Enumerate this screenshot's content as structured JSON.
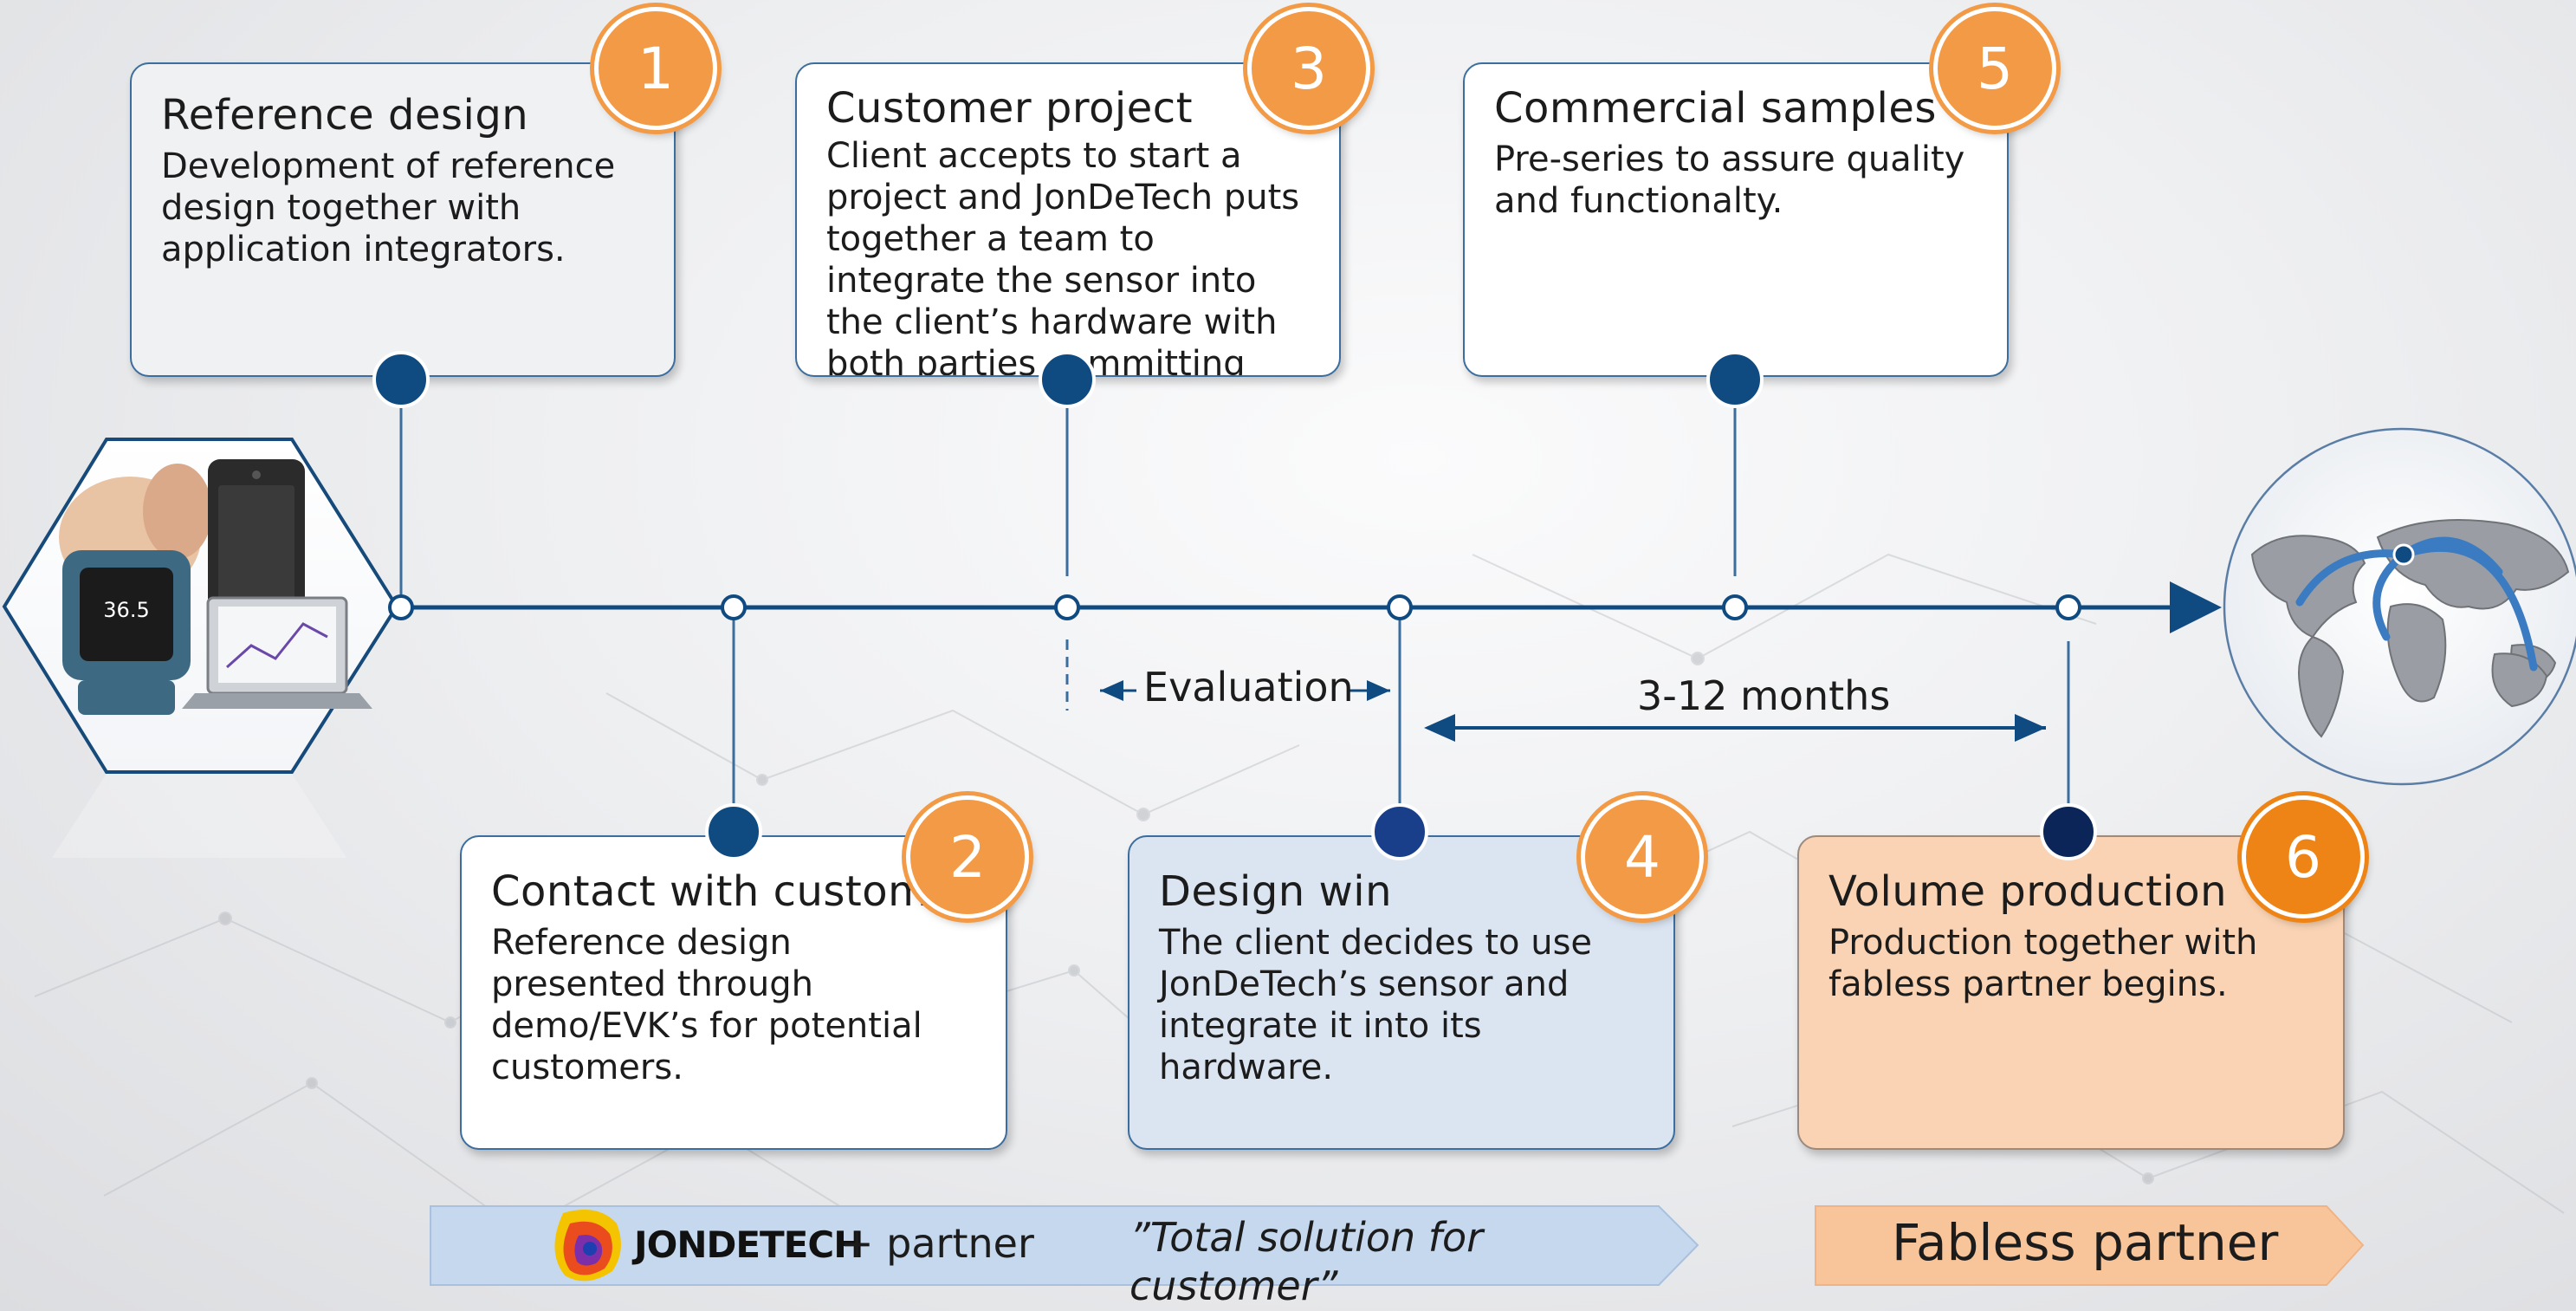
{
  "steps": [
    {
      "number": "1",
      "title": "Reference design",
      "description": "Development of reference design together with application integrators."
    },
    {
      "number": "2",
      "title": "Contact with customer",
      "description": "Reference design presented through demo/EVK’s for potential customers."
    },
    {
      "number": "3",
      "title": "Customer project",
      "description": "Client accepts to start a project and JonDeTech puts together a team to integrate the sensor into the client’s hardware with both parties committing resources."
    },
    {
      "number": "4",
      "title": "Design win",
      "description": "The client decides to use JonDeTech’s sensor and integrate it into its hardware."
    },
    {
      "number": "5",
      "title": "Commercial samples",
      "description": "Pre-series to assure quality and functionalty."
    },
    {
      "number": "6",
      "title": "Volume production",
      "description": "Production together with fabless partner begins."
    }
  ],
  "timeline": {
    "evaluation_label": "Evaluation",
    "duration_label": "3-12 months"
  },
  "banners": {
    "brand": "JONDETECH",
    "partner_suffix": "+ partner",
    "tagline": "”Total solution for customer”",
    "fabless": "Fabless partner"
  },
  "device_labels": {
    "watch_display": "36.5"
  },
  "colors": {
    "axis": "#0f4a80",
    "node_dark": "#0f4a80",
    "badge_orange": "#f29a45",
    "badge_orange_strong": "#ee8416",
    "box_blue_fill": "#dbe5f2",
    "box_peach_fill": "#f9d3b3",
    "banner_blue": "#c5d8ee",
    "banner_peach": "#f8c59a"
  },
  "icons": {
    "device_cluster": "wearable-phone-laptop-image",
    "world_map": "world-map-export-arrows-image",
    "brand_logo": "heat-map-logo-icon"
  }
}
